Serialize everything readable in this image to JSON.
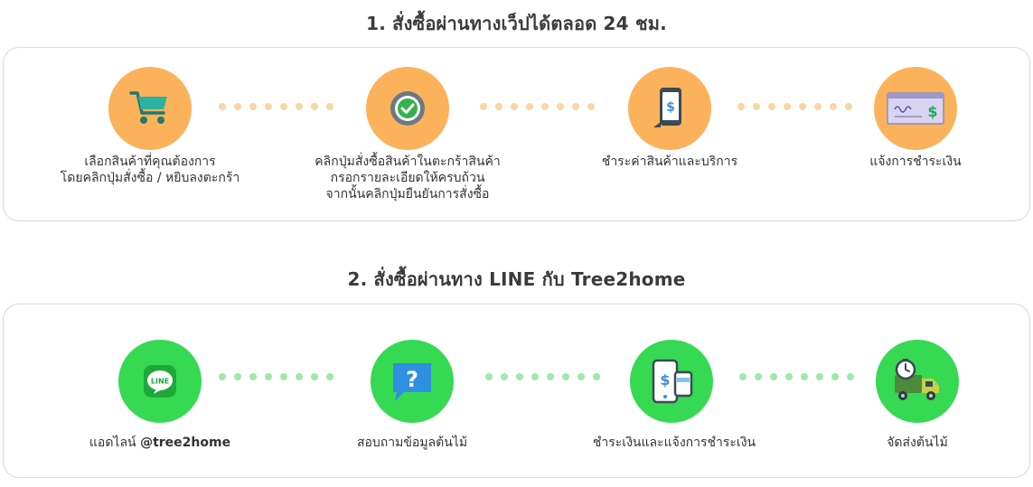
{
  "colors": {
    "orange": "#fcb25a",
    "green": "#36d952",
    "orange_dot": "#f9d7a2",
    "green_dot": "#9fe9a8",
    "border": "#d9d9d9"
  },
  "section_web": {
    "title": "1. สั่งซื้อผ่านทางเว็ปได้ตลอด 24 ชม.",
    "steps": [
      {
        "icon": "shopping-cart-icon",
        "lines": [
          "เลือกสินค้าที่คุณต้องการ",
          "โดยคลิกปุ่มสั่งซื้อ / หยิบลงตะกร้า"
        ]
      },
      {
        "icon": "check-circle-icon",
        "lines": [
          "คลิกปุ่มสั่งซื้อสินค้าในตะกร้าสินค้า",
          "กรอกรายละเอียดให้ครบถ้วน",
          "จากนั้นคลิกปุ่มยืนยันการสั่งซื้อ"
        ]
      },
      {
        "icon": "mobile-payment-icon",
        "lines": [
          "ชำระค่าสินค้าและบริการ"
        ]
      },
      {
        "icon": "cheque-icon",
        "lines": [
          "แจ้งการชำระเงิน"
        ]
      }
    ]
  },
  "section_line": {
    "title": "2. สั่งซื้อผ่านทาง LINE กับ Tree2home",
    "steps": [
      {
        "icon": "line-logo-icon",
        "logo_text": "LINE",
        "prefix": "แอดไลน์ ",
        "handle": "@tree2home"
      },
      {
        "icon": "question-bubble-icon",
        "lines": [
          "สอบถามข้อมูลต้นไม้"
        ]
      },
      {
        "icon": "phone-card-payment-icon",
        "lines": [
          "ชำระเงินและแจ้งการชำระเงิน"
        ]
      },
      {
        "icon": "delivery-truck-icon",
        "lines": [
          "จัดส่งต้นไม้"
        ]
      }
    ]
  }
}
